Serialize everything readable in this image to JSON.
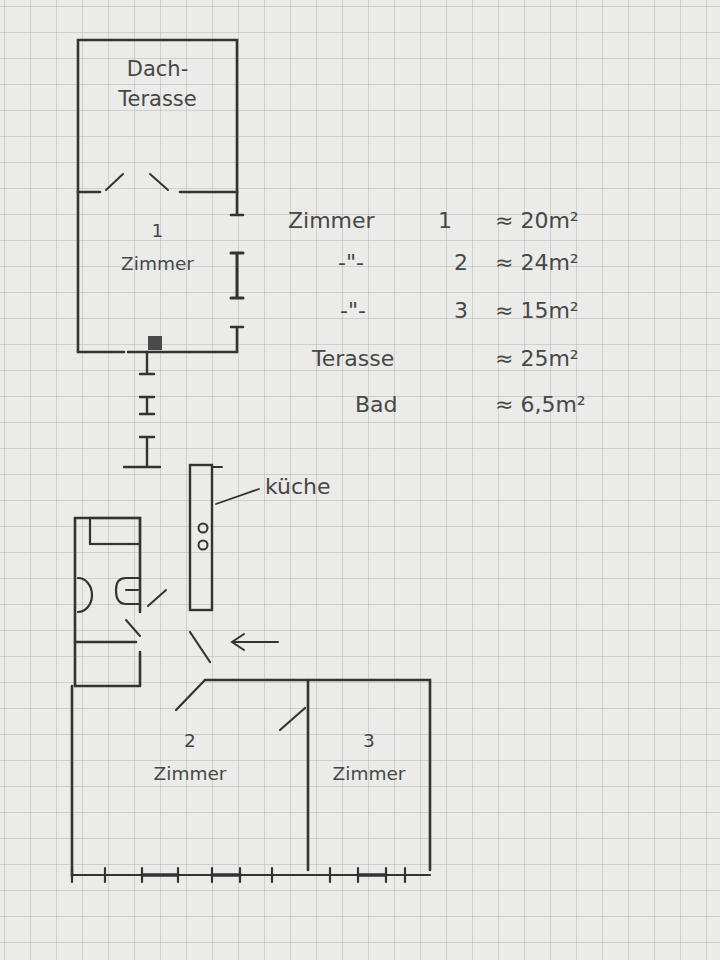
{
  "diagram": {
    "nodes": [
      {
        "text": [
          "Dach- Terasse"
        ]
      },
      {
        "text": [
          "1",
          "Zimmer"
        ]
      },
      {
        "text": [
          "2",
          "Zimmer"
        ]
      },
      {
        "text": [
          "3",
          "Zimmer"
        ]
      }
    ],
    "labels": [
      "Zimmer",
      "1",
      "≈ 20m²",
      "-\"-",
      "2",
      "≈ 24m²",
      "-\"-",
      "3",
      "≈ 15m²",
      "Terasse",
      "≈ 25m²",
      "Bad",
      "≈ 6,5m²",
      "küche"
    ]
  }
}
